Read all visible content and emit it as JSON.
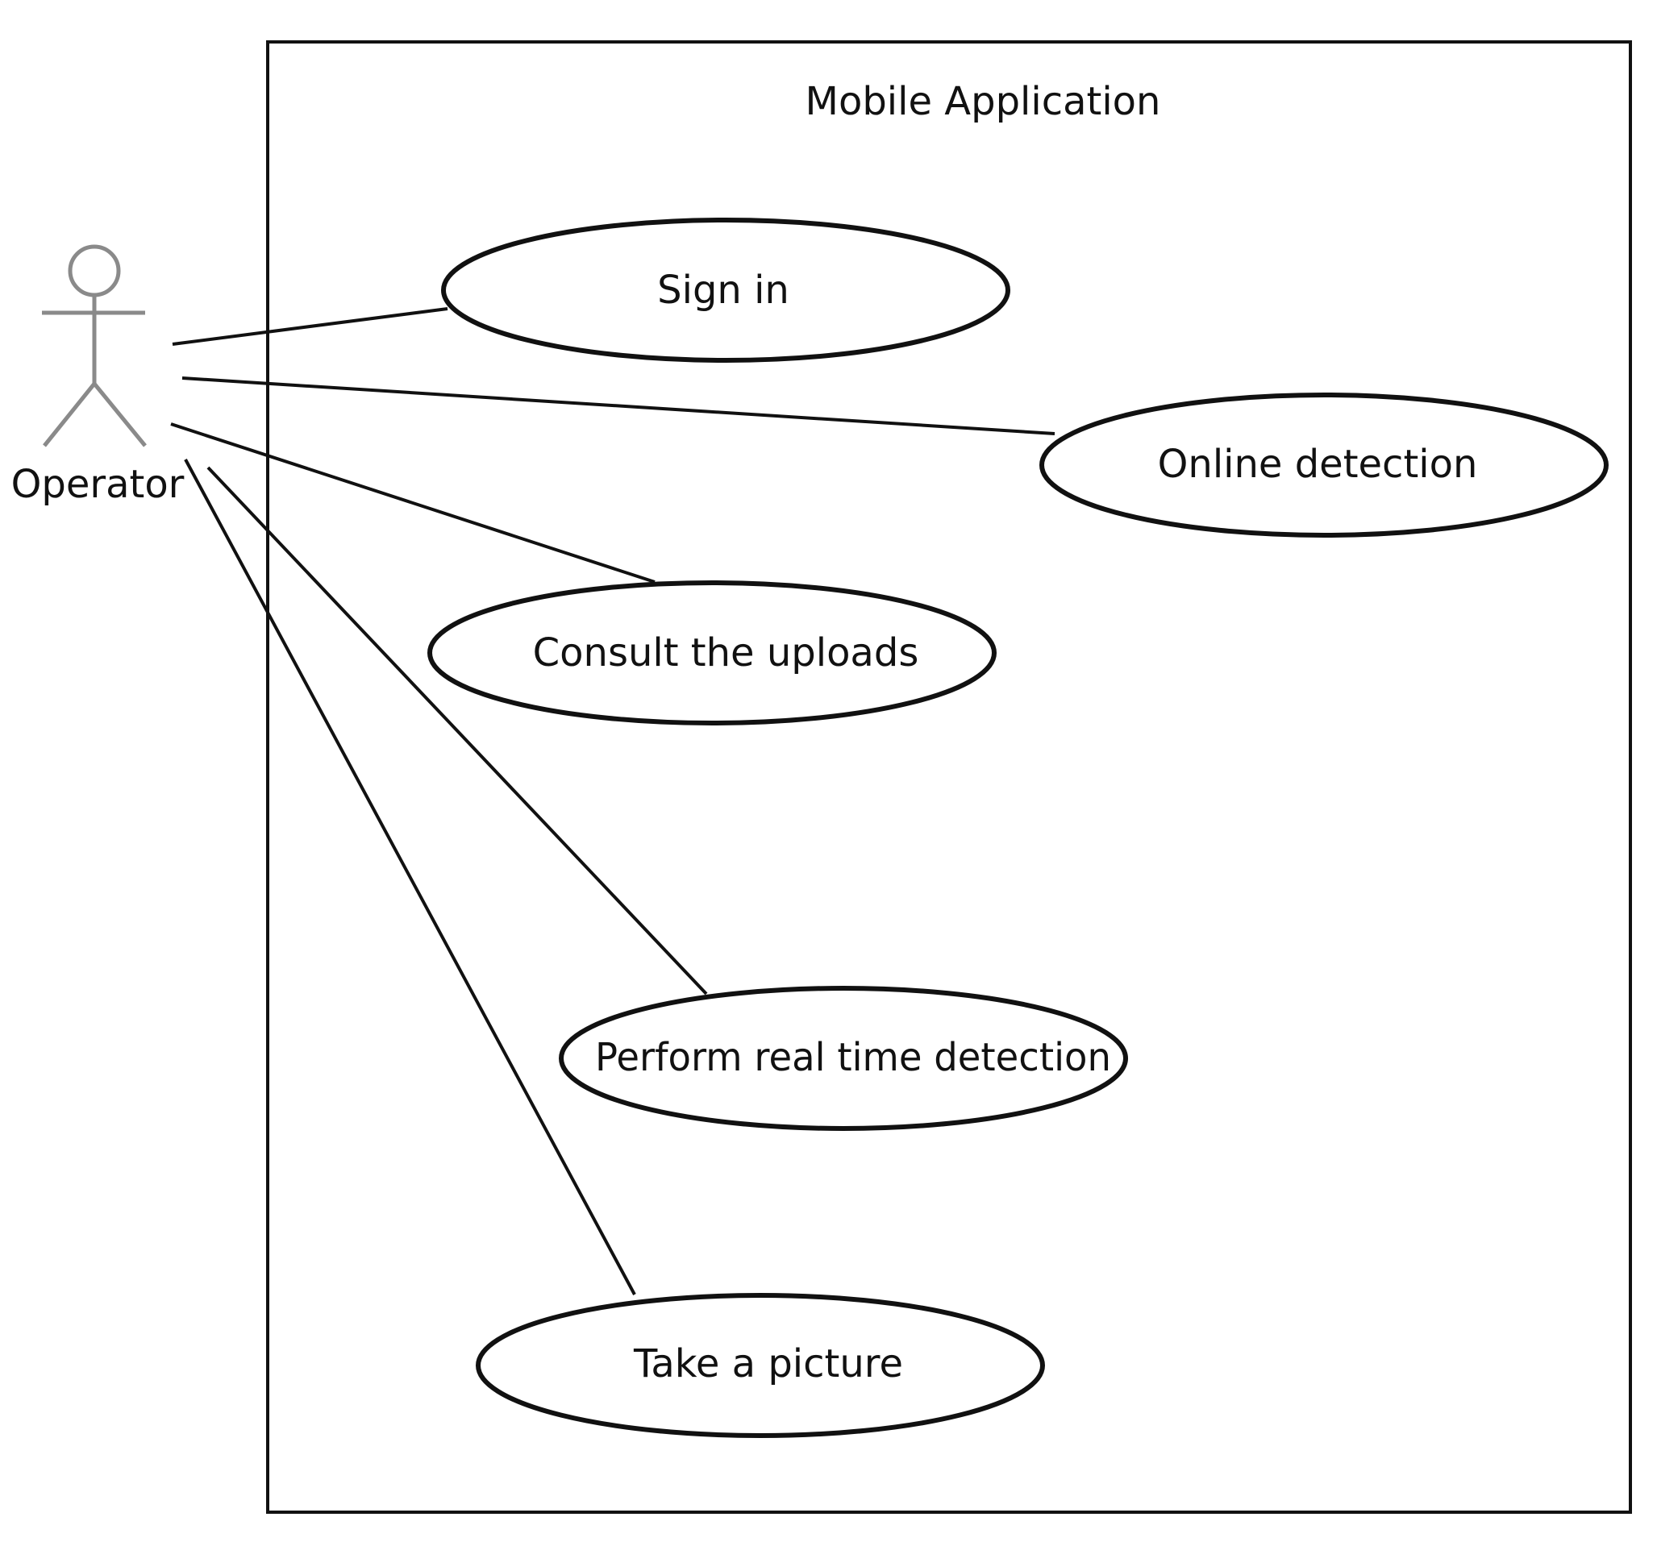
{
  "system": {
    "title": "Mobile Application"
  },
  "actor": {
    "name": "Operator"
  },
  "use_cases": [
    {
      "label": "Sign in"
    },
    {
      "label": "Online detection"
    },
    {
      "label": "Consult the uploads"
    },
    {
      "label": "Perform real time detection"
    },
    {
      "label": "Take a picture"
    }
  ],
  "colors": {
    "line": "#111111",
    "actor_figure": "#8a8a8a",
    "background": "#ffffff"
  }
}
